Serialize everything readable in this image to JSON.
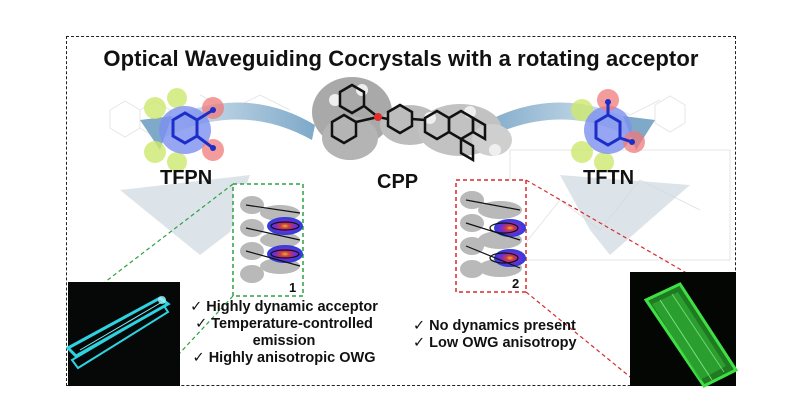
{
  "title": "Optical Waveguiding Cocrystals with a rotating acceptor",
  "molecules": {
    "left": "TFPN",
    "center": "CPP",
    "right": "TFTN"
  },
  "panels": {
    "left_number": "1",
    "right_number": "2",
    "left_color": "#2ea043",
    "right_color": "#d62c2c"
  },
  "bullets_left": [
    "✓ Highly dynamic acceptor",
    "✓ Temperature-controlled",
    "emission",
    "✓ Highly anisotropic OWG"
  ],
  "bullets_right": [
    "✓ No dynamics present",
    "✓ Low OWG anisotropy"
  ],
  "colors": {
    "crystal_left": "#2fd2e0",
    "crystal_right": "#3ee044",
    "arrow": "#8fb8d6"
  }
}
